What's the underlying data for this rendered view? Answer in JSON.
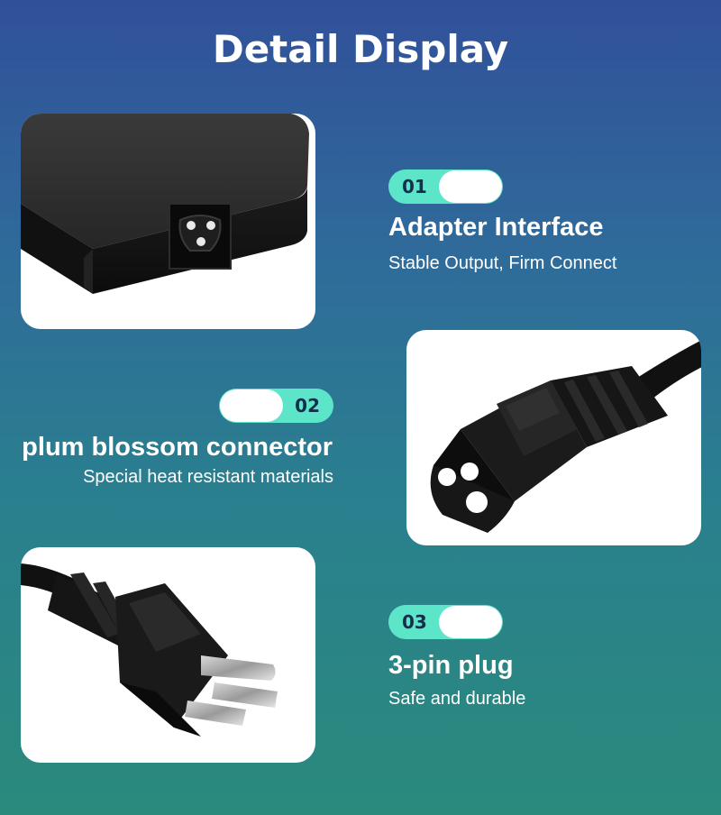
{
  "title": "Detail Display",
  "features": [
    {
      "number": "01",
      "heading": "Adapter Interface",
      "subtitle": "Stable Output, Firm Connect",
      "image_icon": "adapter-interface"
    },
    {
      "number": "02",
      "heading": "plum blossom connector",
      "subtitle": "Special heat resistant materials",
      "image_icon": "plum-blossom-connector"
    },
    {
      "number": "03",
      "heading": "3-pin plug",
      "subtitle": "Safe and durable",
      "image_icon": "three-pin-plug"
    }
  ],
  "colors": {
    "accent": "#5ce5c9",
    "background_top": "#31509a",
    "background_bottom": "#2a8a7c",
    "card": "#ffffff",
    "text": "#ffffff",
    "badge_text": "#13304a"
  }
}
